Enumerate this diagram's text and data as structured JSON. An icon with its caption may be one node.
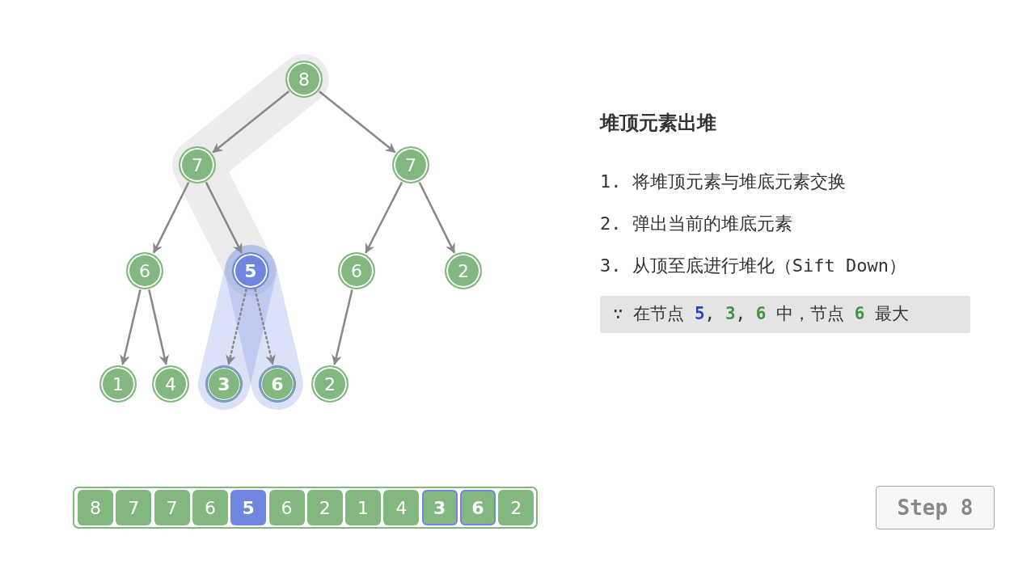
{
  "diagram": {
    "title": "堆顶元素出堆",
    "nodes": [
      {
        "text": [
          "8"
        ]
      },
      {
        "text": [
          "7"
        ]
      },
      {
        "text": [
          "7"
        ]
      },
      {
        "text": [
          "6"
        ]
      },
      {
        "text": [
          "5"
        ]
      },
      {
        "text": [
          "6"
        ]
      },
      {
        "text": [
          "2"
        ]
      },
      {
        "text": [
          "1"
        ]
      },
      {
        "text": [
          "4"
        ]
      },
      {
        "text": [
          "3"
        ]
      },
      {
        "text": [
          "6"
        ]
      },
      {
        "text": [
          "2"
        ]
      },
      {
        "text": [
          "∵ 在节点 **5**, **3**, **6** 中，节点 **6** 最大"
        ]
      },
      {
        "text": [],
        "shape": "box"
      },
      {
        "text": [
          "8"
        ],
        "in": 13
      },
      {
        "text": [
          "7"
        ],
        "in": 13
      },
      {
        "text": [
          "7"
        ],
        "in": 13
      },
      {
        "text": [
          "6"
        ],
        "in": 13
      },
      {
        "text": [
          "5"
        ],
        "in": 13
      },
      {
        "text": [
          "6"
        ],
        "in": 13
      },
      {
        "text": [
          "2"
        ],
        "in": 13
      },
      {
        "text": [
          "1"
        ],
        "in": 13
      },
      {
        "text": [
          "4"
        ],
        "in": 13
      },
      {
        "text": [
          "3"
        ],
        "in": 13
      },
      {
        "text": [
          "6"
        ],
        "in": 13
      },
      {
        "text": [
          "2"
        ],
        "in": 13
      },
      {
        "text": [
          "Step 8"
        ]
      }
    ],
    "edges": [
      {
        "from": 0,
        "to": 1,
        "arrow": "to"
      },
      {
        "from": 0,
        "to": 2,
        "arrow": "to"
      },
      {
        "from": 1,
        "to": 3,
        "arrow": "to"
      },
      {
        "from": 1,
        "to": 4,
        "arrow": "to"
      },
      {
        "from": 2,
        "to": 5,
        "arrow": "to"
      },
      {
        "from": 2,
        "to": 6,
        "arrow": "to"
      },
      {
        "from": 3,
        "to": 7,
        "arrow": "to"
      },
      {
        "from": 3,
        "to": 8,
        "arrow": "to"
      },
      {
        "from": 4,
        "to": 9,
        "arrow": "to",
        "style": "dashed"
      },
      {
        "from": 4,
        "to": 10,
        "arrow": "to",
        "style": "dashed"
      },
      {
        "from": 5,
        "to": 11,
        "arrow": "to"
      }
    ],
    "labels": [
      "1. 将堆顶元素与堆底元素交换",
      "2. 弹出当前的堆底元素",
      "3. 从顶至底进行堆化（Sift Down）"
    ]
  }
}
